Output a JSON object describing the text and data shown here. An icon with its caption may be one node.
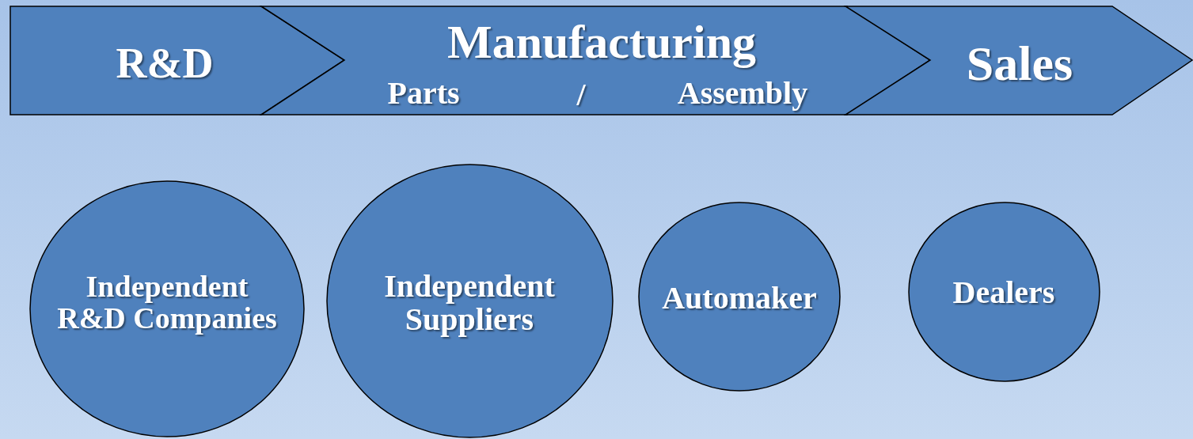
{
  "diagram": {
    "nodes": [
      {
        "text": [
          "R&D"
        ]
      },
      {
        "text": [
          "Manufacturing",
          "Parts",
          "/",
          "Assembly"
        ]
      },
      {
        "text": [
          "Sales"
        ]
      },
      {
        "text": [
          "Independent R&D Companies"
        ]
      },
      {
        "text": [
          "Independent Suppliers"
        ]
      },
      {
        "text": [
          "Automaker"
        ]
      },
      {
        "text": [
          "Dealers"
        ]
      }
    ]
  }
}
